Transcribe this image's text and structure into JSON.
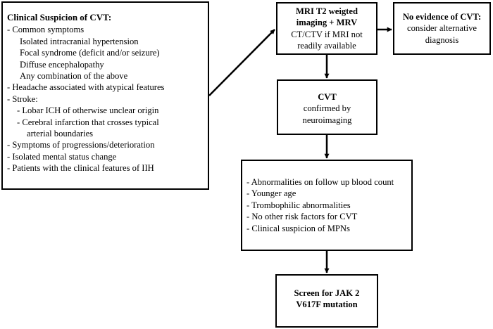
{
  "clinical_box": {
    "title": "Clinical Suspicion of CVT:",
    "lines": [
      {
        "text": "- Common symptoms",
        "indent": 0
      },
      {
        "text": "Isolated intracranial hypertension",
        "indent": 1
      },
      {
        "text": "Focal syndrome (deficit and/or seizure)",
        "indent": 1
      },
      {
        "text": "Diffuse encephalopathy",
        "indent": 1
      },
      {
        "text": "Any combination of the above",
        "indent": 1
      },
      {
        "text": "- Headache associated with atypical features",
        "indent": 0
      },
      {
        "text": "- Stroke:",
        "indent": 0
      },
      {
        "text": "- Lobar ICH of otherwise unclear origin",
        "indent": 2
      },
      {
        "text": "- Cerebral infarction that crosses typical",
        "indent": 2
      },
      {
        "text": "arterial boundaries",
        "indent": 3
      },
      {
        "text": "- Symptoms of progressions/deterioration",
        "indent": 0
      },
      {
        "text": "- Isolated mental status change",
        "indent": 0
      },
      {
        "text": "- Patients with the clinical features of  IIH",
        "indent": 0
      }
    ]
  },
  "imaging_box": {
    "title_line1": "MRI T2 weigted",
    "title_line2": "imaging + MRV",
    "line3": "CT/CTV if MRI not",
    "line4": "readily available"
  },
  "no_evidence_box": {
    "title": "No evidence of CVT:",
    "line2": "consider alternative",
    "line3": "diagnosis"
  },
  "cvt_box": {
    "title": "CVT",
    "line2": "confirmed by",
    "line3": "neuroimaging"
  },
  "criteria_box": {
    "lines": [
      "- Abnormalities on follow up blood count",
      "- Younger age",
      "- Trombophilic abnormalities",
      "- No other risk factors for CVT",
      "- Clinical suspicion of MPNs"
    ]
  },
  "screen_box": {
    "line1": "Screen for JAK 2",
    "line2": "V617F mutation"
  }
}
